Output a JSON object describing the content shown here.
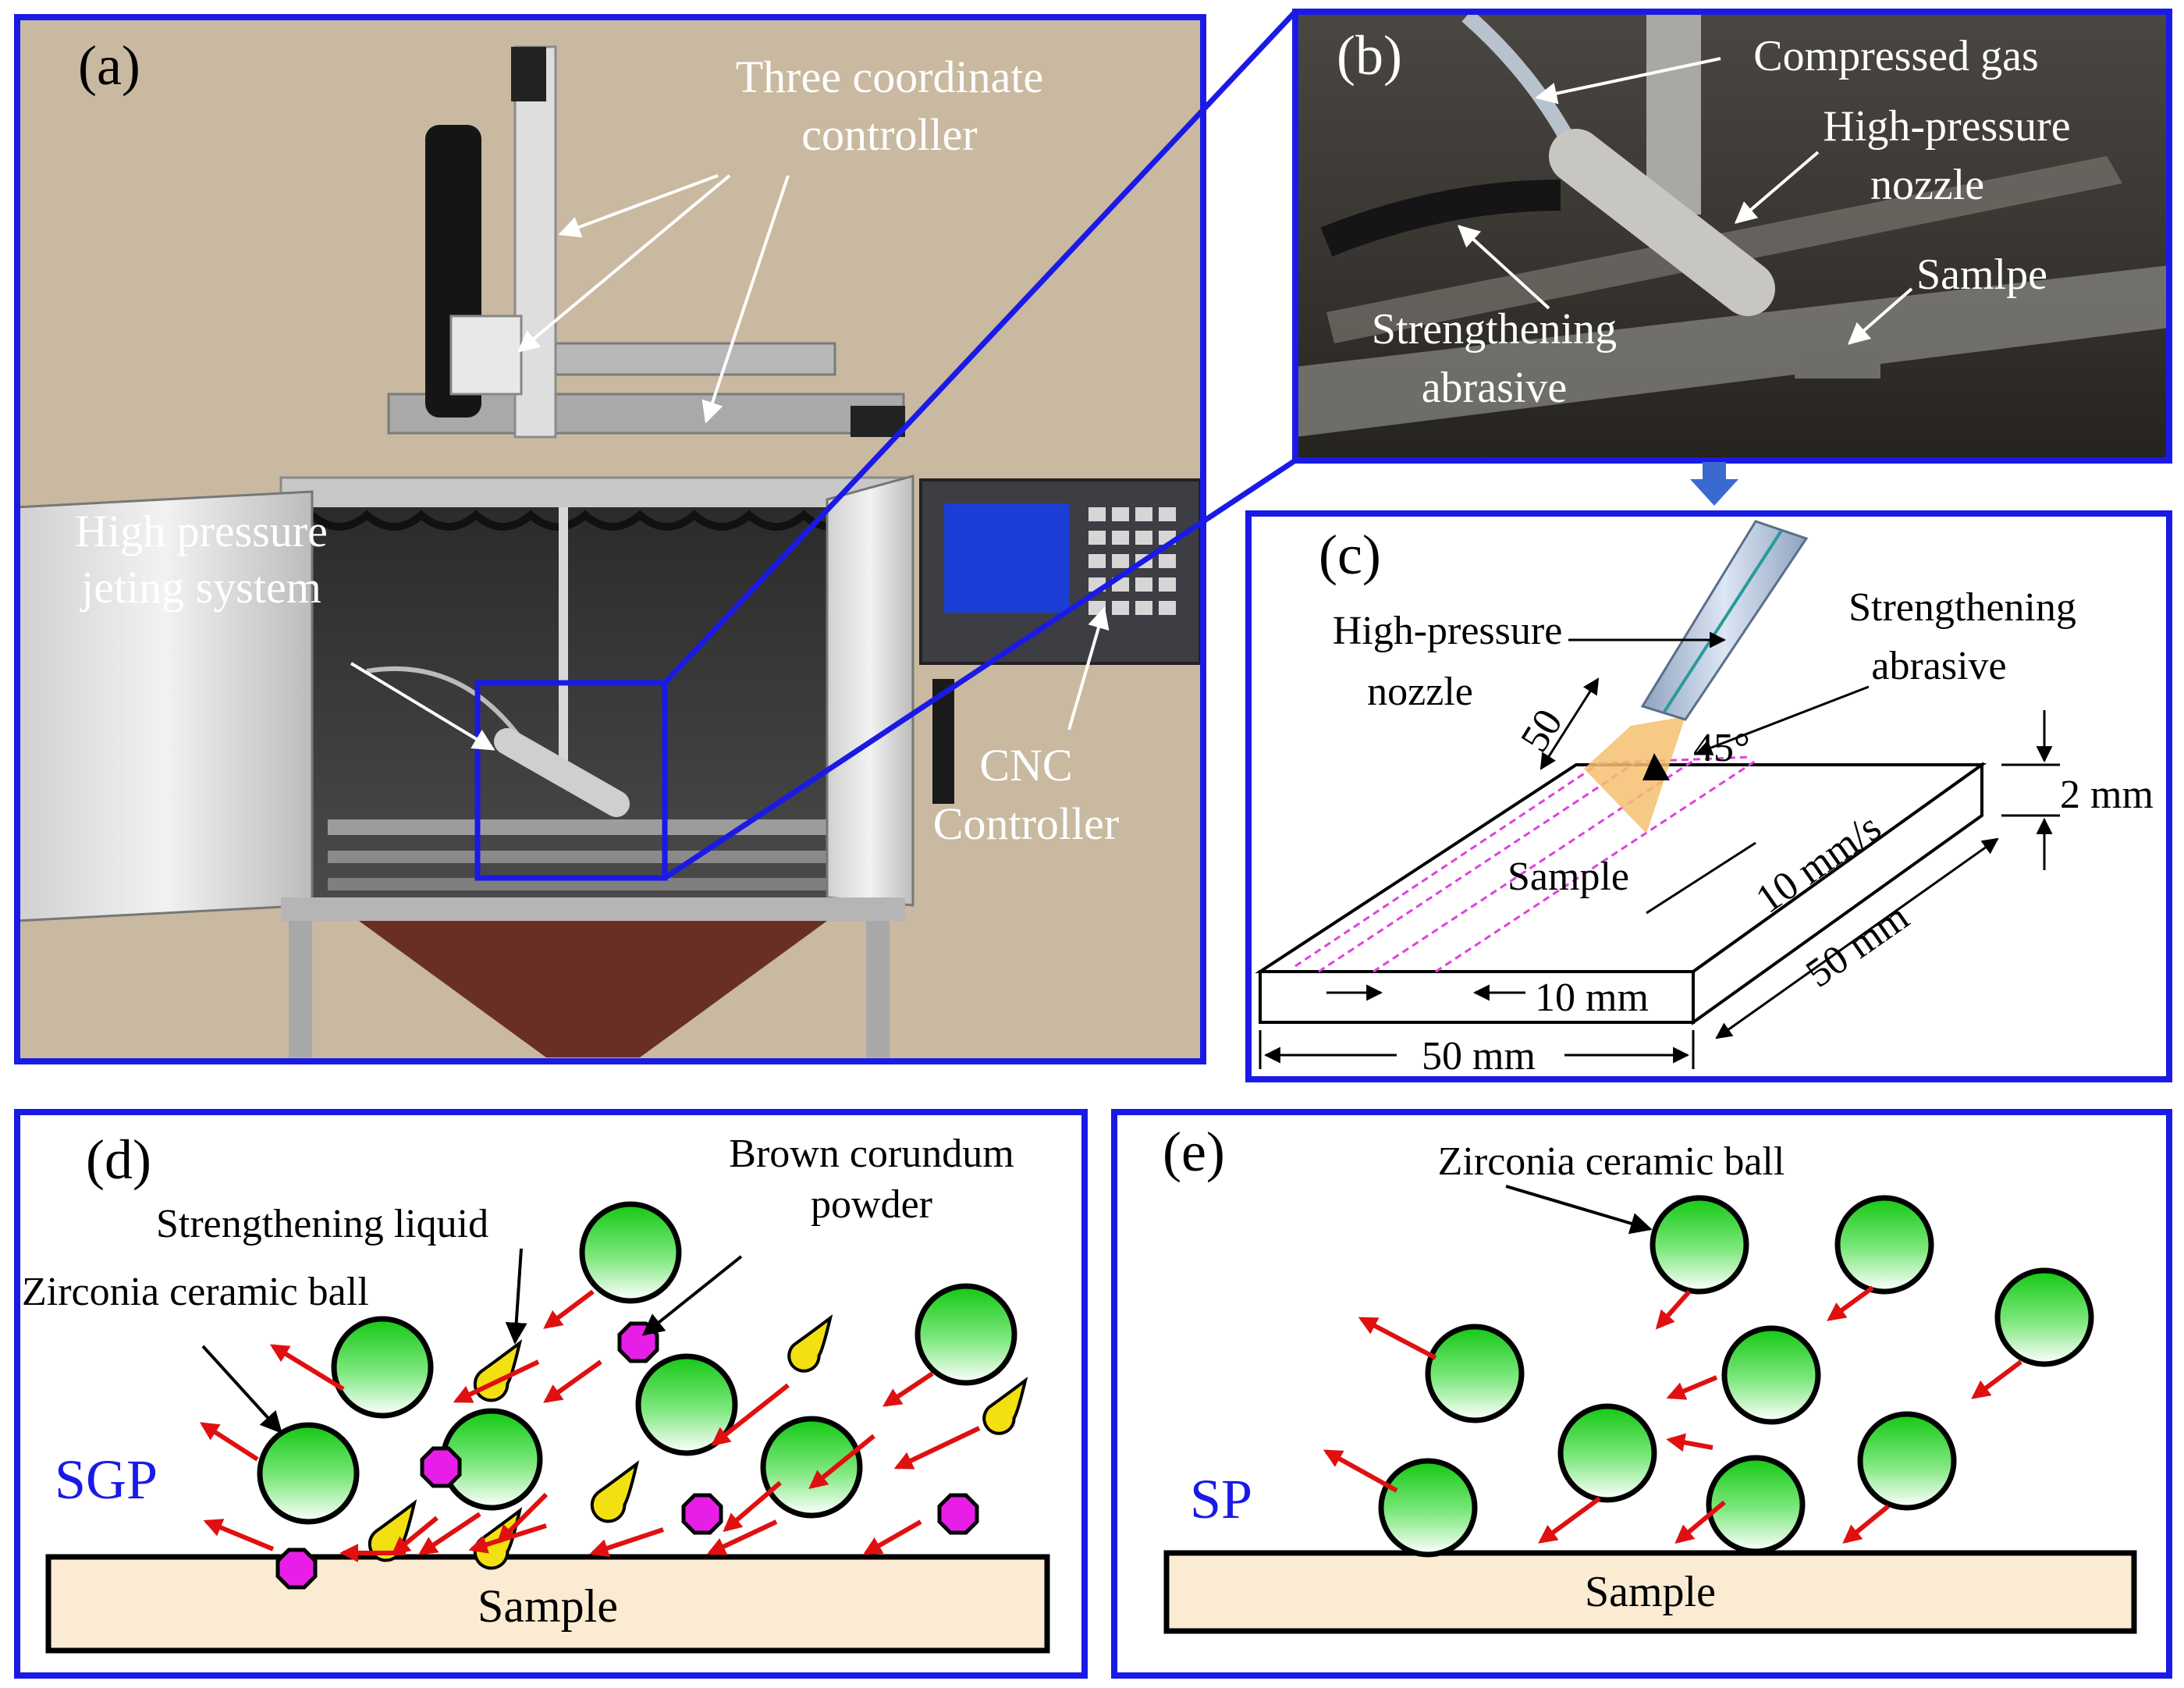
{
  "panel_a": {
    "tag": "(a)",
    "three_coordinate": [
      "Three coordinate",
      "controller"
    ],
    "jetting": [
      "High pressure",
      "jeting system"
    ],
    "cnc": [
      "CNC",
      "Controller"
    ]
  },
  "panel_b": {
    "tag": "(b)",
    "compressed_gas": "Compressed gas",
    "nozzle": [
      "High-pressure",
      "nozzle"
    ],
    "sample": "Samlpe",
    "abrasive": [
      "Strengthening",
      "abrasive"
    ]
  },
  "panel_c": {
    "tag": "(c)",
    "nozzle": [
      "High-pressure",
      "nozzle"
    ],
    "abrasive": [
      "Strengthening",
      "abrasive"
    ],
    "distance": "50",
    "angle": "45°",
    "thickness": "2 mm",
    "speed": "10 mm/s",
    "sample": "Sample",
    "spacing": "10 mm",
    "width": "50 mm",
    "depth": "50 mm"
  },
  "panel_d": {
    "tag": "(d)",
    "liquid": "Strengthening liquid",
    "corundum": [
      "Brown corundum",
      "powder"
    ],
    "ball": "Zirconia ceramic ball",
    "process": "SGP",
    "sample": "Sample"
  },
  "panel_e": {
    "tag": "(e)",
    "ball": "Zirconia ceramic ball",
    "process": "SP",
    "sample": "Sample"
  },
  "colors": {
    "frame": "#1a1ae6",
    "photo_background": "#c9b9a0",
    "sample_fill": "#faebd2",
    "ball_green": "#22cc22",
    "powder_magenta": "#e81ee8",
    "liquid_yellow": "#f2e010",
    "arrow_red": "#e01010",
    "track_magenta": "#e040e0"
  }
}
